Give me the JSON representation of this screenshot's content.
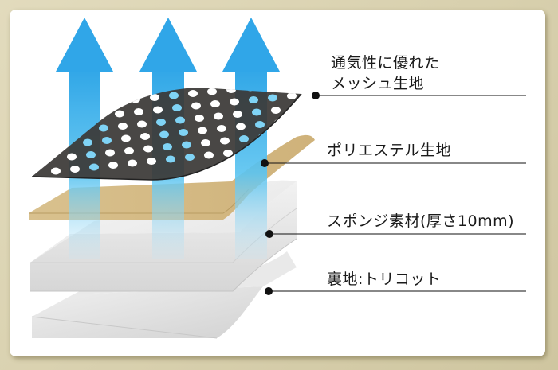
{
  "colors": {
    "arrow": "#2aa9e8",
    "mesh": "#3a3836",
    "polyester": "#d8c08e",
    "sponge": "#eeeeee",
    "backing": "#e6e6e6",
    "leader": "#111111"
  },
  "icons": {
    "airflow_arrow": "up-arrow-icon",
    "callout_dot": "dot-icon"
  },
  "layers": [
    {
      "label_lines": [
        "通気性に優れた",
        "メッシュ生地"
      ]
    },
    {
      "label_lines": [
        "ポリエステル生地"
      ]
    },
    {
      "label_lines": [
        "スポンジ素材(厚さ10mm)"
      ]
    },
    {
      "label_lines": [
        "裏地:トリコット"
      ]
    }
  ]
}
